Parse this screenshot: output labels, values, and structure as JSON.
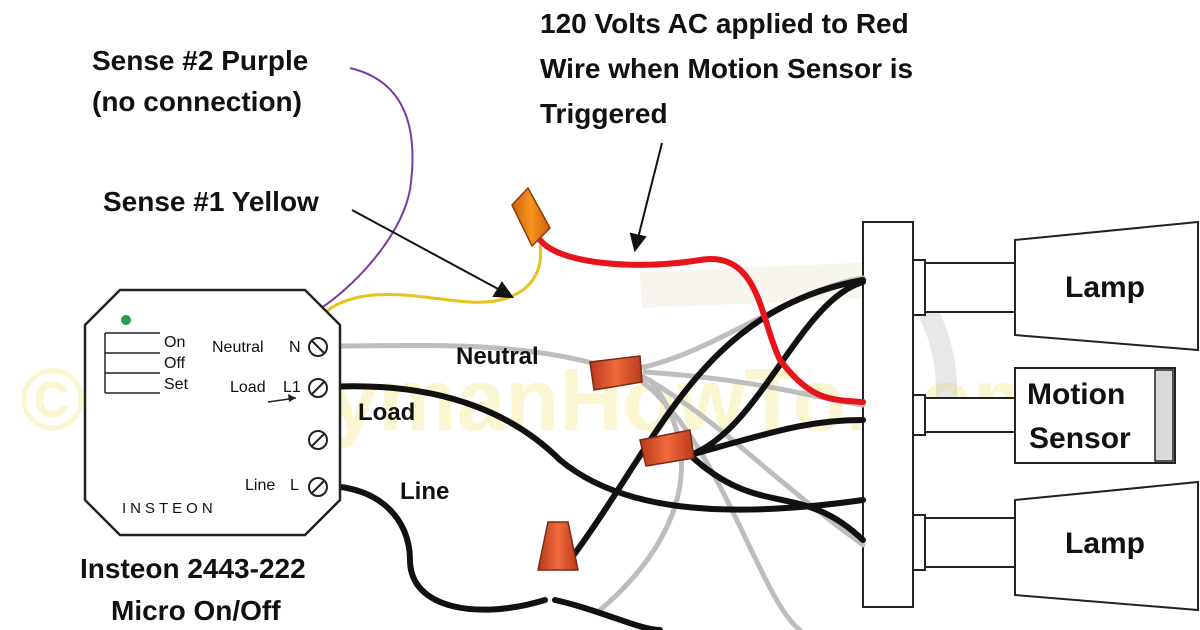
{
  "watermark": "© HandymanHowTo.com",
  "annotations": {
    "sense2": [
      "Sense #2 Purple",
      "(no connection)"
    ],
    "sense1": "Sense #1 Yellow",
    "red_note": [
      "120 Volts AC applied to Red",
      "Wire when Motion Sensor is",
      "Triggered"
    ],
    "neutral_wire": "Neutral",
    "load_wire": "Load",
    "line_wire": "Line",
    "device_caption": [
      "Insteon 2443-222",
      "Micro On/Off"
    ]
  },
  "module": {
    "brand": "INSTEON",
    "buttons": [
      "On",
      "Off",
      "Set"
    ],
    "terminals": [
      {
        "label": "Neutral",
        "code": "N"
      },
      {
        "label": "Load",
        "code": "L1"
      },
      {
        "label": "Line",
        "code": "L"
      }
    ]
  },
  "fixture": {
    "lamp_top": "Lamp",
    "sensor": [
      "Motion",
      "Sensor"
    ],
    "lamp_bottom": "Lamp"
  },
  "colors": {
    "red_wire": "#e8141c",
    "yellow_wire": "#e6c21a",
    "purple_wire": "#7a3aa6",
    "neutral_wire": "#bdbdbd",
    "hot_wire": "#111111",
    "wire_nut": "#e0552a"
  }
}
